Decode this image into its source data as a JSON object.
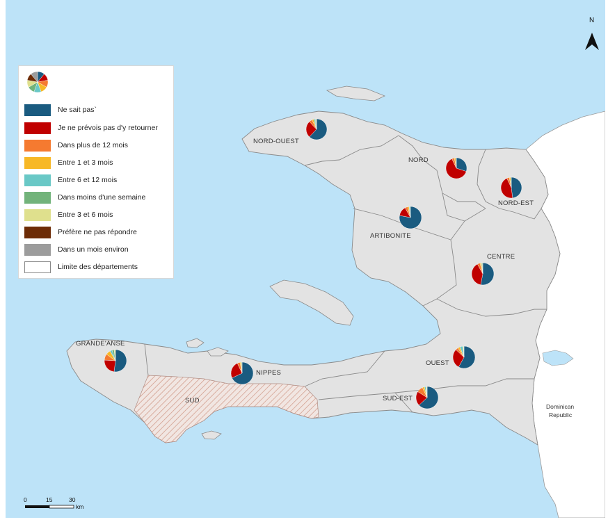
{
  "colors": {
    "water": "#bde3f8",
    "land": "#e3e3e3",
    "border": "#8a8a8a",
    "sud_hatch": "#c98f7c"
  },
  "legend": {
    "items": [
      {
        "label": "Ne sait pas`",
        "color": "#1a5b80"
      },
      {
        "label": "Je ne prévois pas d'y retourner",
        "color": "#c00000"
      },
      {
        "label": "Dans plus de 12 mois",
        "color": "#f57a30"
      },
      {
        "label": "Entre 1 et 3 mois",
        "color": "#f7b826"
      },
      {
        "label": "Entre 6 et 12 mois",
        "color": "#69c8c6"
      },
      {
        "label": "Dans moins d'une semaine",
        "color": "#72b37a"
      },
      {
        "label": "Entre 3 et 6 mois",
        "color": "#dfe08d"
      },
      {
        "label": "Préfère ne pas répondre",
        "color": "#6d2c07"
      },
      {
        "label": "Dans un mois environ",
        "color": "#9c9c9c"
      },
      {
        "label": "Limite des départements",
        "color": "#ffffff"
      }
    ]
  },
  "departments": [
    {
      "name": "NORD-OUEST",
      "shares": [
        0.62,
        0.26,
        0.05,
        0.03,
        0.02,
        0.01,
        0.01,
        0.0,
        0.0
      ]
    },
    {
      "name": "NORD",
      "shares": [
        0.3,
        0.63,
        0.04,
        0.02,
        0.01,
        0.0,
        0.0,
        0.0,
        0.0
      ]
    },
    {
      "name": "NORD-EST",
      "shares": [
        0.48,
        0.45,
        0.04,
        0.02,
        0.01,
        0.0,
        0.0,
        0.0,
        0.0
      ]
    },
    {
      "name": "ARTIBONITE",
      "shares": [
        0.78,
        0.14,
        0.04,
        0.02,
        0.01,
        0.01,
        0.0,
        0.0,
        0.0
      ]
    },
    {
      "name": "CENTRE",
      "shares": [
        0.53,
        0.39,
        0.04,
        0.02,
        0.01,
        0.01,
        0.0,
        0.0,
        0.0
      ]
    },
    {
      "name": "GRANDE'ANSE",
      "shares": [
        0.52,
        0.24,
        0.09,
        0.07,
        0.03,
        0.03,
        0.02,
        0.0,
        0.0
      ]
    },
    {
      "name": "NIPPES",
      "shares": [
        0.68,
        0.25,
        0.04,
        0.02,
        0.01,
        0.0,
        0.0,
        0.0,
        0.0
      ]
    },
    {
      "name": "OUEST",
      "shares": [
        0.58,
        0.29,
        0.04,
        0.03,
        0.04,
        0.01,
        0.01,
        0.0,
        0.0
      ]
    },
    {
      "name": "SUD-EST",
      "shares": [
        0.63,
        0.21,
        0.09,
        0.03,
        0.02,
        0.01,
        0.01,
        0.0,
        0.0
      ]
    }
  ],
  "sud_label": "SUD",
  "neighbor": {
    "line1": "Dominican",
    "line2": "Republic"
  },
  "north_arrow": {
    "letter": "N"
  },
  "scale_bar": {
    "labels": [
      "0",
      "15",
      "30"
    ],
    "unit": "km"
  }
}
